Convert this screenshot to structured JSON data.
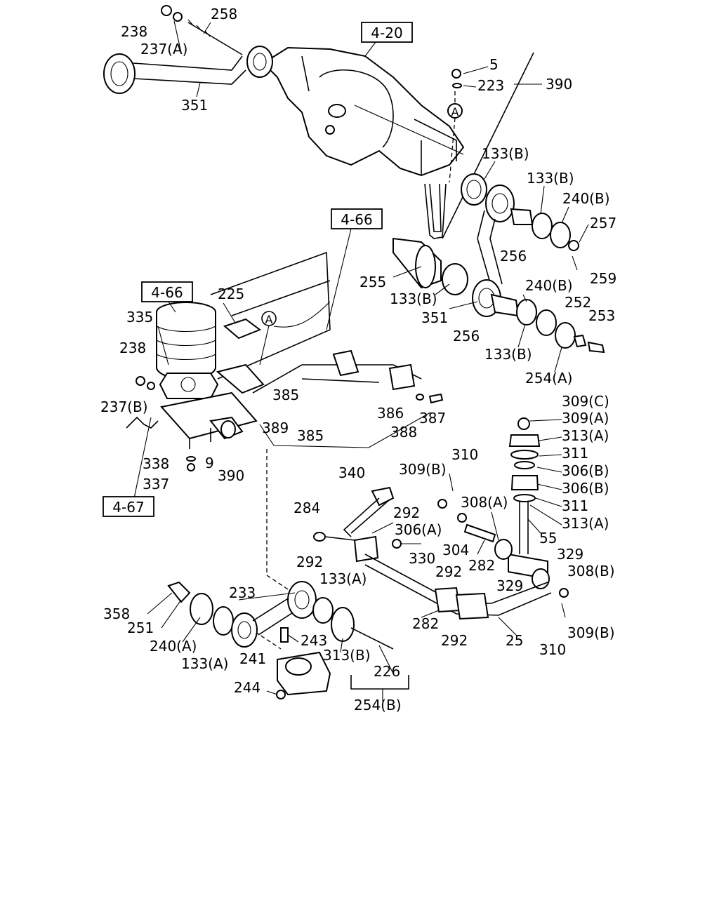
{
  "refs": {
    "r420": "4-20",
    "r466a": "4-66",
    "r466b": "4-66",
    "r467": "4-67"
  },
  "markers": {
    "a1": "A",
    "a2": "A"
  },
  "labels": {
    "l238a": "238",
    "l258": "258",
    "l237a": "237(A)",
    "l351a": "351",
    "l5": "5",
    "l223": "223",
    "l390a": "390",
    "l133b1": "133(B)",
    "l133b2": "133(B)",
    "l240b1": "240(B)",
    "l257": "257",
    "l256a": "256",
    "l259": "259",
    "l255": "255",
    "l133b3": "133(B)",
    "l351b": "351",
    "l240b2": "240(B)",
    "l252": "252",
    "l253": "253",
    "l256b": "256",
    "l133b4": "133(B)",
    "l254a": "254(A)",
    "l225": "225",
    "l335": "335",
    "l238b": "238",
    "l237b": "237(B)",
    "l385a": "385",
    "l386": "386",
    "l387": "387",
    "l389": "389",
    "l385b": "385",
    "l388": "388",
    "l338": "338",
    "l9": "9",
    "l337": "337",
    "l390b": "390",
    "l340": "340",
    "l309c": "309(C)",
    "l309a": "309(A)",
    "l313a1": "313(A)",
    "l311a": "311",
    "l306b1": "306(B)",
    "l306b2": "306(B)",
    "l311b": "311",
    "l313a2": "313(A)",
    "l310a": "310",
    "l309b1": "309(B)",
    "l308a": "308(A)",
    "l306a": "306(A)",
    "l284": "284",
    "l292a": "292",
    "l304": "304",
    "l55": "55",
    "l330": "330",
    "l292b": "292",
    "l329a": "329",
    "l282a": "282",
    "l292c": "292",
    "l329b": "329",
    "l308b": "308(B)",
    "l133a1": "133(A)",
    "l233": "233",
    "l358": "358",
    "l251": "251",
    "l240a": "240(A)",
    "l243": "243",
    "l133a2": "133(A)",
    "l241": "241",
    "l313b": "313(B)",
    "l226": "226",
    "l282b": "282",
    "l292d": "292",
    "l25": "25",
    "l309b2": "309(B)",
    "l310b": "310",
    "l244": "244",
    "l254b": "254(B)"
  }
}
